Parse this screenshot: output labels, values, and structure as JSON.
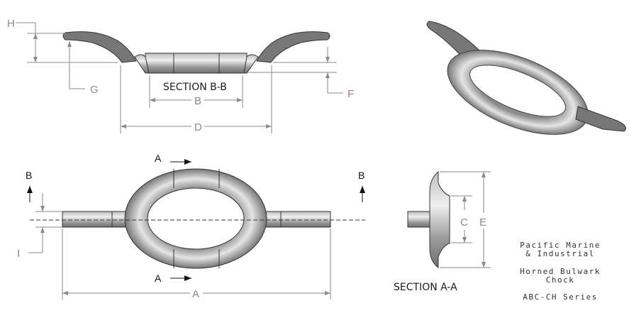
{
  "section_bb": {
    "title": "SECTION B-B",
    "dims": {
      "H": "H",
      "G": "G",
      "F": "F",
      "B": "B",
      "D": "D"
    }
  },
  "top_view": {
    "cut_labels": {
      "A_top": "A",
      "A_bottom": "A",
      "B_left": "B",
      "B_right": "B"
    },
    "dims": {
      "A": "A",
      "I": "I"
    }
  },
  "section_aa": {
    "title": "SECTION A-A",
    "dims": {
      "C": "C",
      "E": "E"
    }
  },
  "title_block": {
    "company_line1": "Pacific Marine",
    "company_line2": "& Industrial",
    "product_line1": "Horned Bulwark",
    "product_line2": "Chock",
    "series": "ABC-CH Series"
  }
}
